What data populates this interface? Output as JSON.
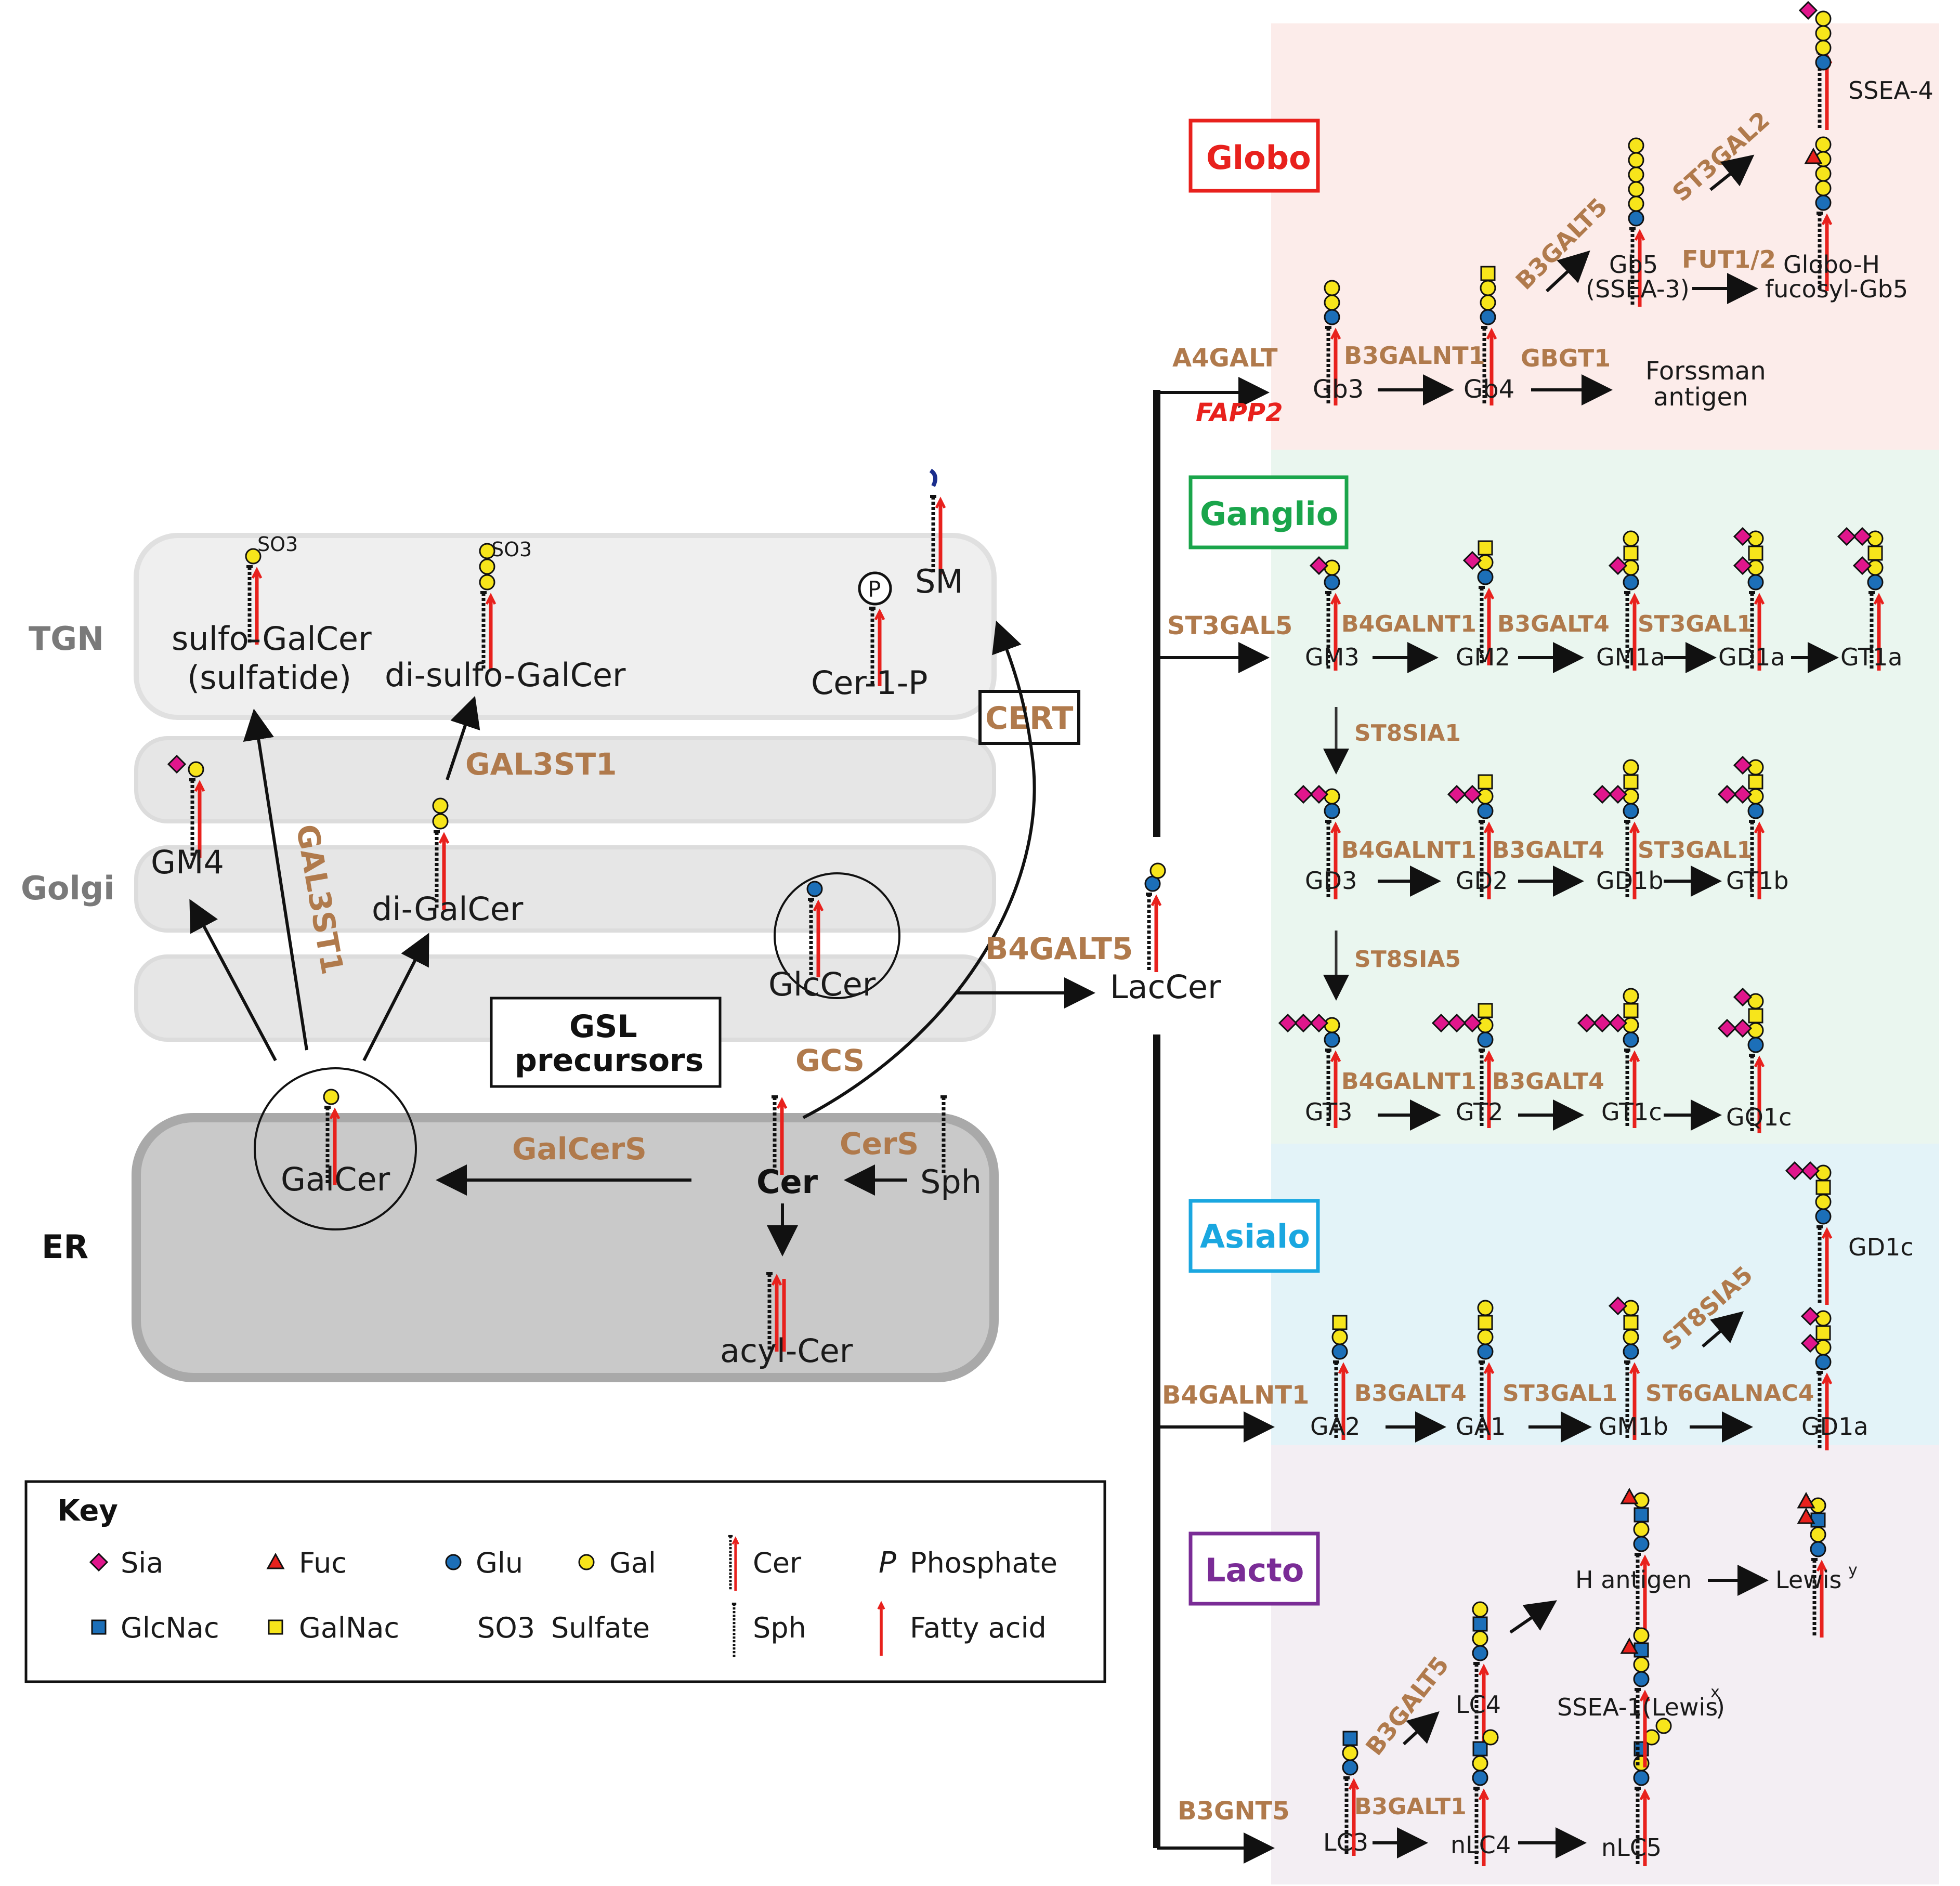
{
  "compartments": {
    "tgn": "TGN",
    "golgi": "Golgi",
    "er": "ER"
  },
  "left": {
    "sulfo_galcer_line1": "sulfo-GalCer",
    "sulfo_galcer_line2": "(sulfatide)",
    "di_sulfo_galcer": "di-sulfo-GalCer",
    "so3_a": "SO3",
    "so3_b": "SO3",
    "sm": "SM",
    "cer1p": "Cer-1-P",
    "p_symbol": "P",
    "cert": "CERT",
    "gm4": "GM4",
    "gal3st1_a": "GAL3ST1",
    "gal3st1_b": "GAL3ST1",
    "di_galcer": "di-GalCer",
    "glccer": "GlcCer",
    "gsl_line1": "GSL",
    "gsl_line2": "precursors",
    "gcs": "GCS",
    "galcer": "GalCer",
    "galcers": "GalCerS",
    "cer": "Cer",
    "cers": "CerS",
    "sph": "Sph",
    "acyl_cer": "acyl-Cer",
    "b4galt5": "B4GALT5",
    "laccer": "LacCer"
  },
  "branch_enzymes": {
    "a4galt": "A4GALT",
    "fapp2": "FAPP2",
    "st3gal5": "ST3GAL5",
    "b4galnt1": "B4GALNT1",
    "b3gnt5": "B3GNT5"
  },
  "globo": {
    "title": "Globo",
    "gb3": "Gb3",
    "gb4": "Gb4",
    "gb5": "Gb5",
    "gb5_alt": "(SSEA-3)",
    "forssman1": "Forssman",
    "forssman2": "antigen",
    "globoh1": "Globo-H",
    "globoh2": "fucosyl-Gb5",
    "ssea4": "SSEA-4",
    "b3galnt1": "B3GALNT1",
    "gbgt1": "GBGT1",
    "b3galt5": "B3GALT5",
    "st3gal2": "ST3GAL2",
    "fut12": "FUT1/2"
  },
  "ganglio": {
    "title": "Ganglio",
    "row1": [
      "GM3",
      "GM2",
      "GM1a",
      "GD1a",
      "GT1a"
    ],
    "row2": [
      "GD3",
      "GD2",
      "GD1b",
      "GT1b"
    ],
    "row3": [
      "GT3",
      "GT2",
      "GT1c",
      "GQ1c"
    ],
    "enz_b4galnt1": "B4GALNT1",
    "enz_b3galt4": "B3GALT4",
    "enz_st3gal1": "ST3GAL1",
    "st8sia1": "ST8SIA1",
    "st8sia5": "ST8SIA5"
  },
  "asialo": {
    "title": "Asialo",
    "ga2": "GA2",
    "ga1": "GA1",
    "gm1b": "GM1b",
    "gd1a": "GD1a",
    "gd1c": "GD1c",
    "b3galt4": "B3GALT4",
    "st3gal1": "ST3GAL1",
    "st6galnac4": "ST6GALNAC4",
    "st8sia5": "ST8SIA5"
  },
  "lacto": {
    "title": "Lacto",
    "lc3": "LC3",
    "lc4": "LC4",
    "nlc4": "nLC4",
    "nlc5": "nLC5",
    "h_antigen": "H antigen",
    "lewis_y": "Lewis",
    "lewis_y_sup": "y",
    "ssea1": "SSEA-1(Lewis",
    "ssea1_sup": "x",
    "ssea1_close": ")",
    "b3galt5": "B3GALT5",
    "b3galt1": "B3GALT1"
  },
  "key": {
    "title": "Key",
    "sia": "Sia",
    "fuc": "Fuc",
    "glu": "Glu",
    "gal": "Gal",
    "cer": "Cer",
    "phosphate_p": "P",
    "phosphate": "Phosphate",
    "glcnac": "GlcNac",
    "galnac": "GalNac",
    "so3": "SO3",
    "sulfate": "Sulfate",
    "sph": "Sph",
    "fatty_acid": "Fatty acid"
  },
  "colors": {
    "sia": "#e0168c",
    "fuc": "#e8211d",
    "glu": "#1c6fb8",
    "gal": "#f7e51b",
    "glcnac": "#1c6fb8",
    "galnac": "#f7e51b",
    "enzyme": "#b07a4c",
    "globo": "#e8211d",
    "ganglio": "#1aa54b",
    "asialo": "#1aa7e0",
    "lacto": "#7a2c96",
    "globo_bg": "#fcecea",
    "ganglio_bg": "#eaf6ef",
    "asialo_bg": "#e3f3f8",
    "lacto_bg": "#f3eef3"
  }
}
